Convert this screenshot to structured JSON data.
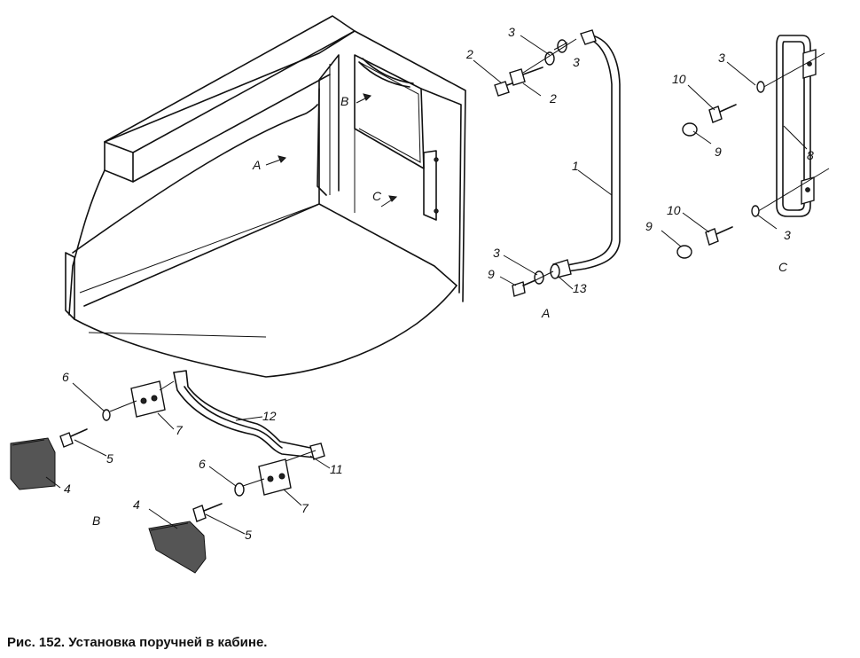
{
  "caption": "Рис. 152. Установка поручней в кабине.",
  "view_labels": {
    "A": "A",
    "B": "B",
    "C": "C"
  },
  "callouts": {
    "n1": "1",
    "n2a": "2",
    "n2b": "2",
    "n3a": "3",
    "n3b": "3",
    "n3c": "3",
    "n3d": "3",
    "n3e": "3",
    "n4a": "4",
    "n4b": "4",
    "n5a": "5",
    "n5b": "5",
    "n6a": "6",
    "n6b": "6",
    "n7a": "7",
    "n7b": "7",
    "n8": "8",
    "n9a": "9",
    "n9b": "9",
    "n9c": "9",
    "n10a": "10",
    "n10b": "10",
    "n11": "11",
    "n12": "12",
    "n13": "13"
  }
}
